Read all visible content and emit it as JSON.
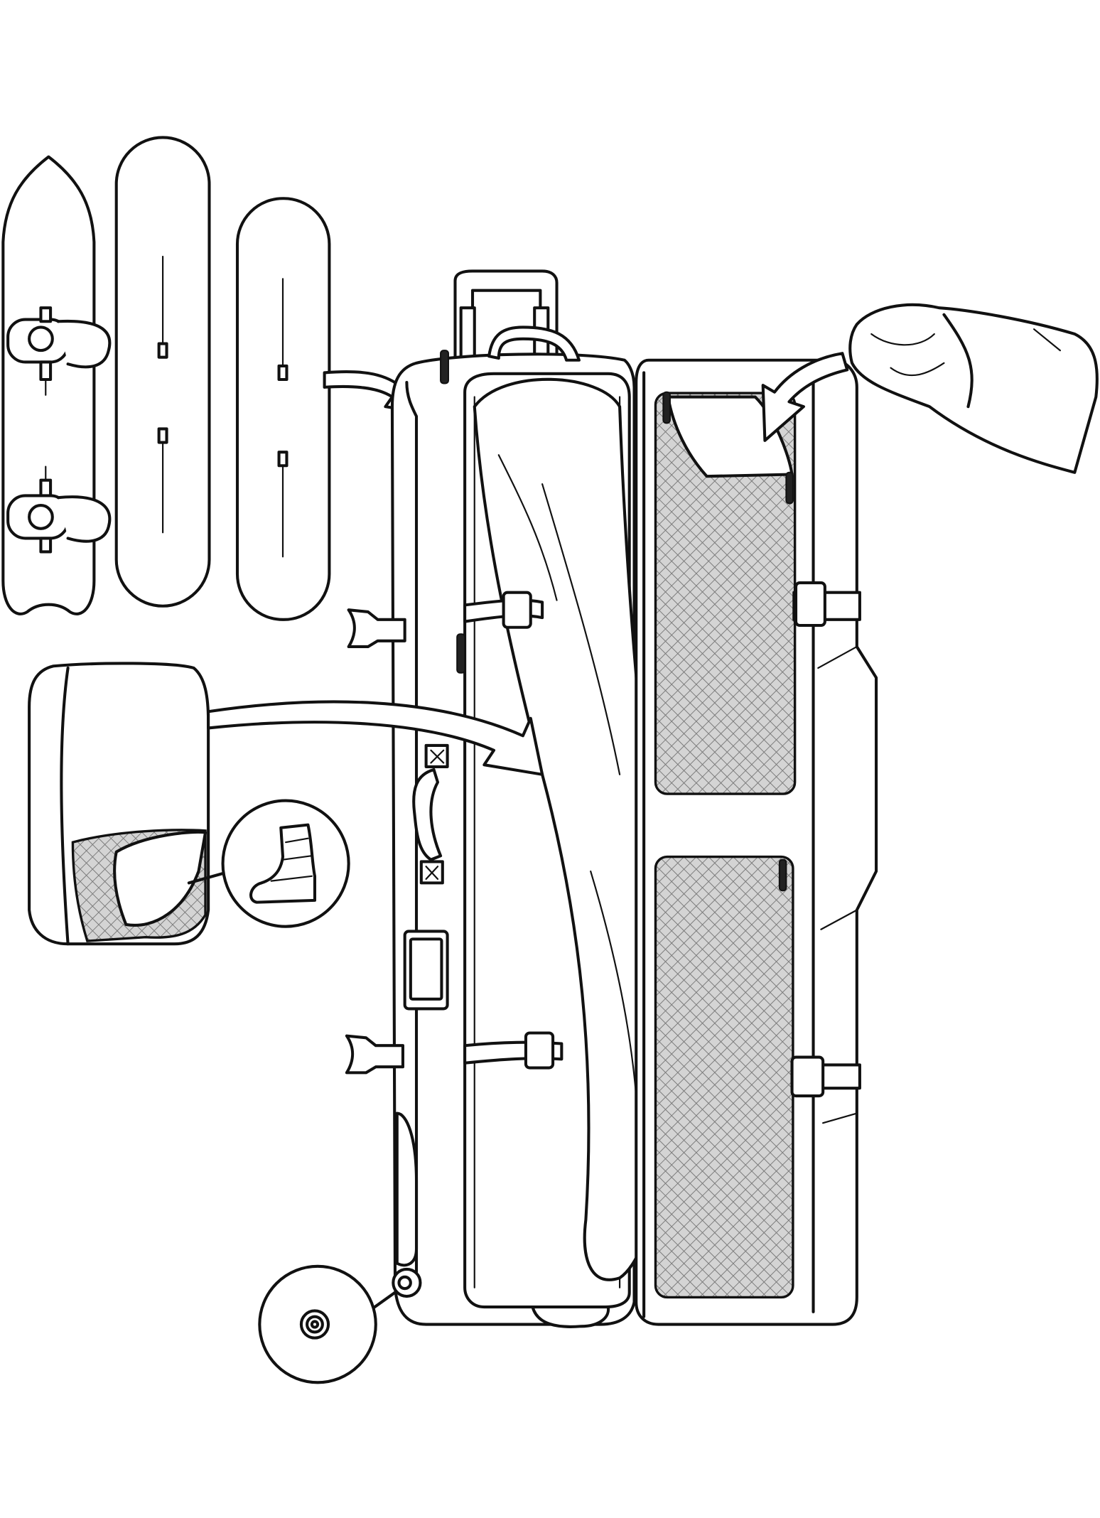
{
  "illustration": {
    "line_color": "#111111",
    "background_color": "#ffffff",
    "mesh_color": "#9a9a9a",
    "parts": [
      "snowboard-with-bindings",
      "snowboard-plain-1",
      "snowboard-plain-2",
      "boot-bag",
      "boot-detail",
      "wheel-detail",
      "roller-bag-open",
      "outerwear-bag"
    ]
  }
}
